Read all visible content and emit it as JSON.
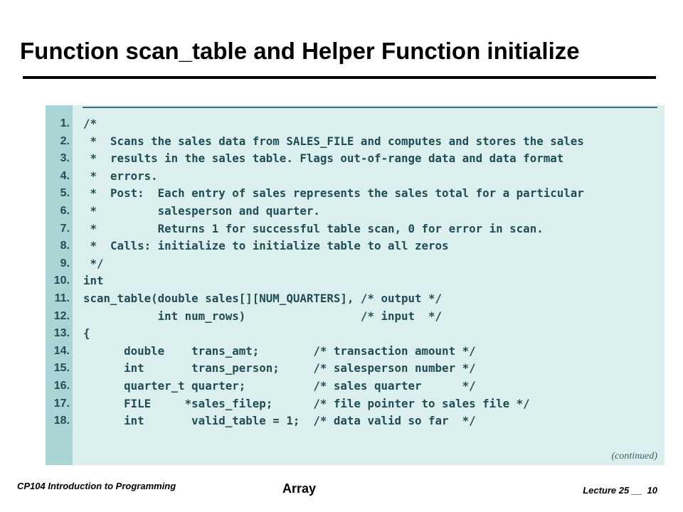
{
  "slide": {
    "title": "Function scan_table and Helper Function initialize"
  },
  "code": {
    "line_numbers": [
      "1.",
      "2.",
      "3.",
      "4.",
      "5.",
      "6.",
      "7.",
      "8.",
      "9.",
      "10.",
      "11.",
      "12.",
      "13.",
      "14.",
      "15.",
      "16.",
      "17.",
      "18."
    ],
    "lines": [
      "/*",
      " *  Scans the sales data from SALES_FILE and computes and stores the sales",
      " *  results in the sales table. Flags out-of-range data and data format",
      " *  errors.",
      " *  Post:  Each entry of sales represents the sales total for a particular",
      " *         salesperson and quarter.",
      " *         Returns 1 for successful table scan, 0 for error in scan.",
      " *  Calls: initialize to initialize table to all zeros",
      " */",
      "int",
      "scan_table(double sales[][NUM_QUARTERS], /* output */",
      "           int num_rows)                 /* input  */",
      "{",
      "      double    trans_amt;        /* transaction amount */",
      "      int       trans_person;     /* salesperson number */",
      "      quarter_t quarter;          /* sales quarter      */",
      "      FILE     *sales_filep;      /* file pointer to sales file */",
      "      int       valid_table = 1;  /* data valid so far  */"
    ],
    "continued_label": "(continued)"
  },
  "footer": {
    "course": "CP104  Introduction to Programming",
    "topic": "Array",
    "lecture": "Lecture 25 __  10"
  },
  "colors": {
    "panel_background": "#dcefef",
    "gutter_background": "#a9d6d4",
    "code_text": "#1f4c55"
  }
}
